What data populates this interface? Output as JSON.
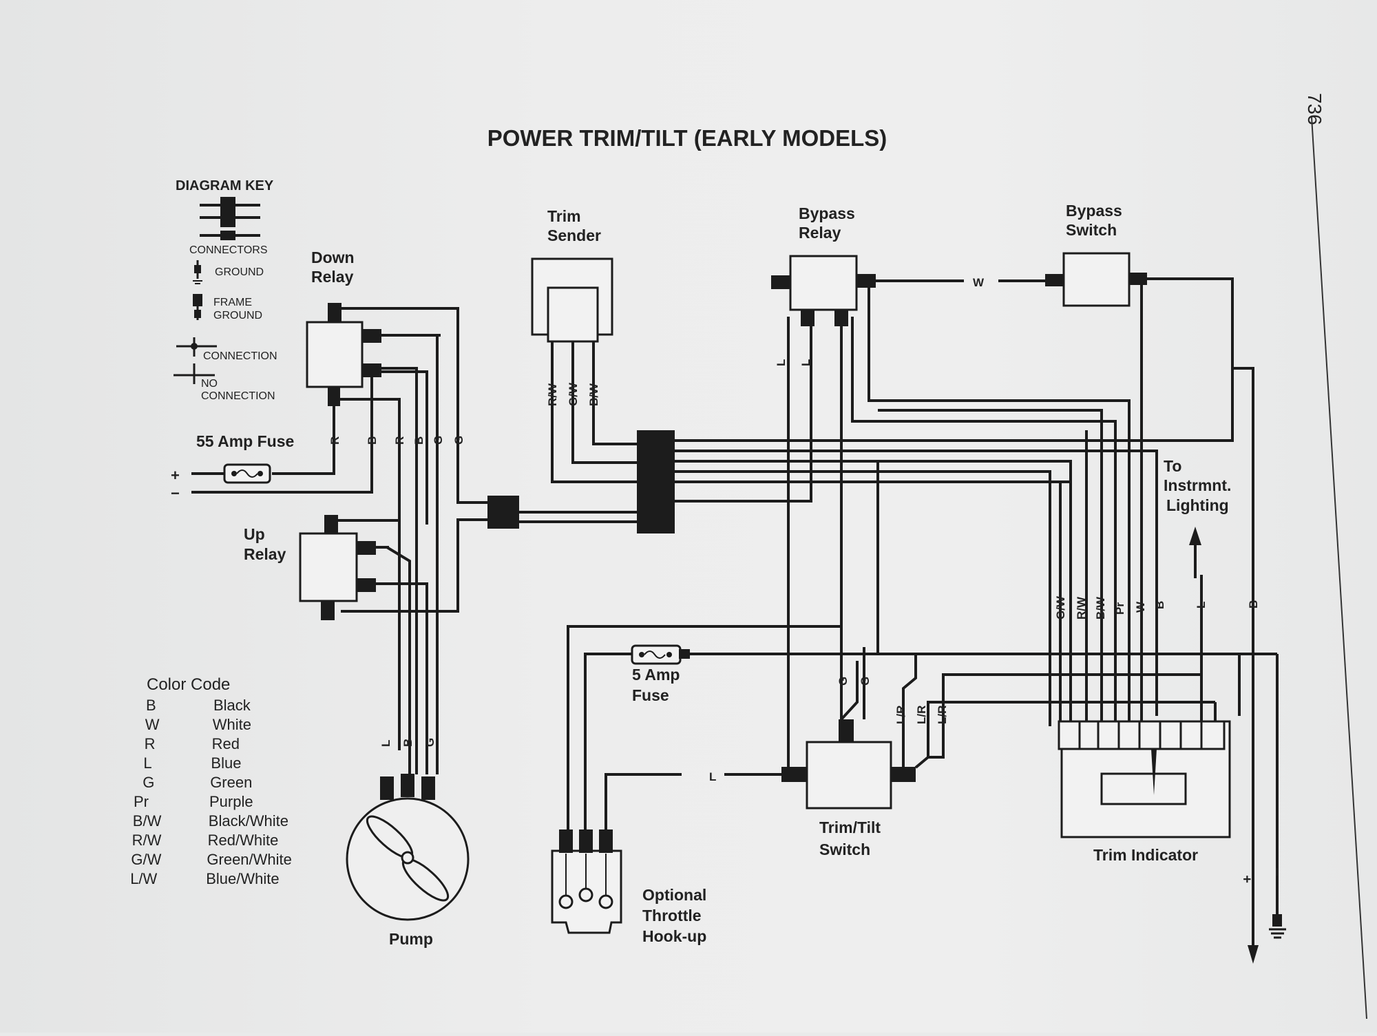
{
  "page_number": "736",
  "title": "POWER TRIM/TILT (EARLY MODELS)",
  "key": {
    "heading": "DIAGRAM KEY",
    "connectors": "CONNECTORS",
    "ground": "GROUND",
    "frame_ground_1": "FRAME",
    "frame_ground_2": "GROUND",
    "connection": "CONNECTION",
    "no_connection_1": "NO",
    "no_connection_2": "CONNECTION"
  },
  "components": {
    "down_relay_1": "Down",
    "down_relay_2": "Relay",
    "trim_sender_1": "Trim",
    "trim_sender_2": "Sender",
    "bypass_relay_1": "Bypass",
    "bypass_relay_2": "Relay",
    "bypass_switch_1": "Bypass",
    "bypass_switch_2": "Switch",
    "fuse_55": "55 Amp Fuse",
    "up_relay_1": "Up",
    "up_relay_2": "Relay",
    "fuse_5_1": "5 Amp",
    "fuse_5_2": "Fuse",
    "instr_1": "To",
    "instr_2": "Instrmnt.",
    "instr_3": "Lighting",
    "trim_tilt_switch_1": "Trim/Tilt",
    "trim_tilt_switch_2": "Switch",
    "trim_indicator": "Trim Indicator",
    "pump": "Pump",
    "throttle_1": "Optional",
    "throttle_2": "Throttle",
    "throttle_3": "Hook-up"
  },
  "polarity": {
    "plus": "+",
    "minus": "−"
  },
  "wire_labels": {
    "down_relay": [
      "R",
      "B",
      "R",
      "B",
      "G",
      "G"
    ],
    "trim_sender": [
      "R/W",
      "G/W",
      "B/W"
    ],
    "bypass_relay": [
      "L",
      "L"
    ],
    "bypass_w": "W",
    "pump": [
      "L",
      "B",
      "G"
    ],
    "switch_g": [
      "G",
      "G"
    ],
    "switch_lr": [
      "L/R",
      "L/R",
      "L/R"
    ],
    "switch_l": "L",
    "indicator": [
      "G/W",
      "R/W",
      "B/W",
      "Pr",
      "W",
      "B",
      "L",
      "B"
    ]
  },
  "color_code": {
    "heading": "Color Code",
    "rows": [
      {
        "code": "B",
        "name": "Black"
      },
      {
        "code": "W",
        "name": "White"
      },
      {
        "code": "R",
        "name": "Red"
      },
      {
        "code": "L",
        "name": "Blue"
      },
      {
        "code": "G",
        "name": "Green"
      },
      {
        "code": "Pr",
        "name": "Purple"
      },
      {
        "code": "B/W",
        "name": "Black/White"
      },
      {
        "code": "R/W",
        "name": "Red/White"
      },
      {
        "code": "G/W",
        "name": "Green/White"
      },
      {
        "code": "L/W",
        "name": "Blue/White"
      }
    ]
  }
}
